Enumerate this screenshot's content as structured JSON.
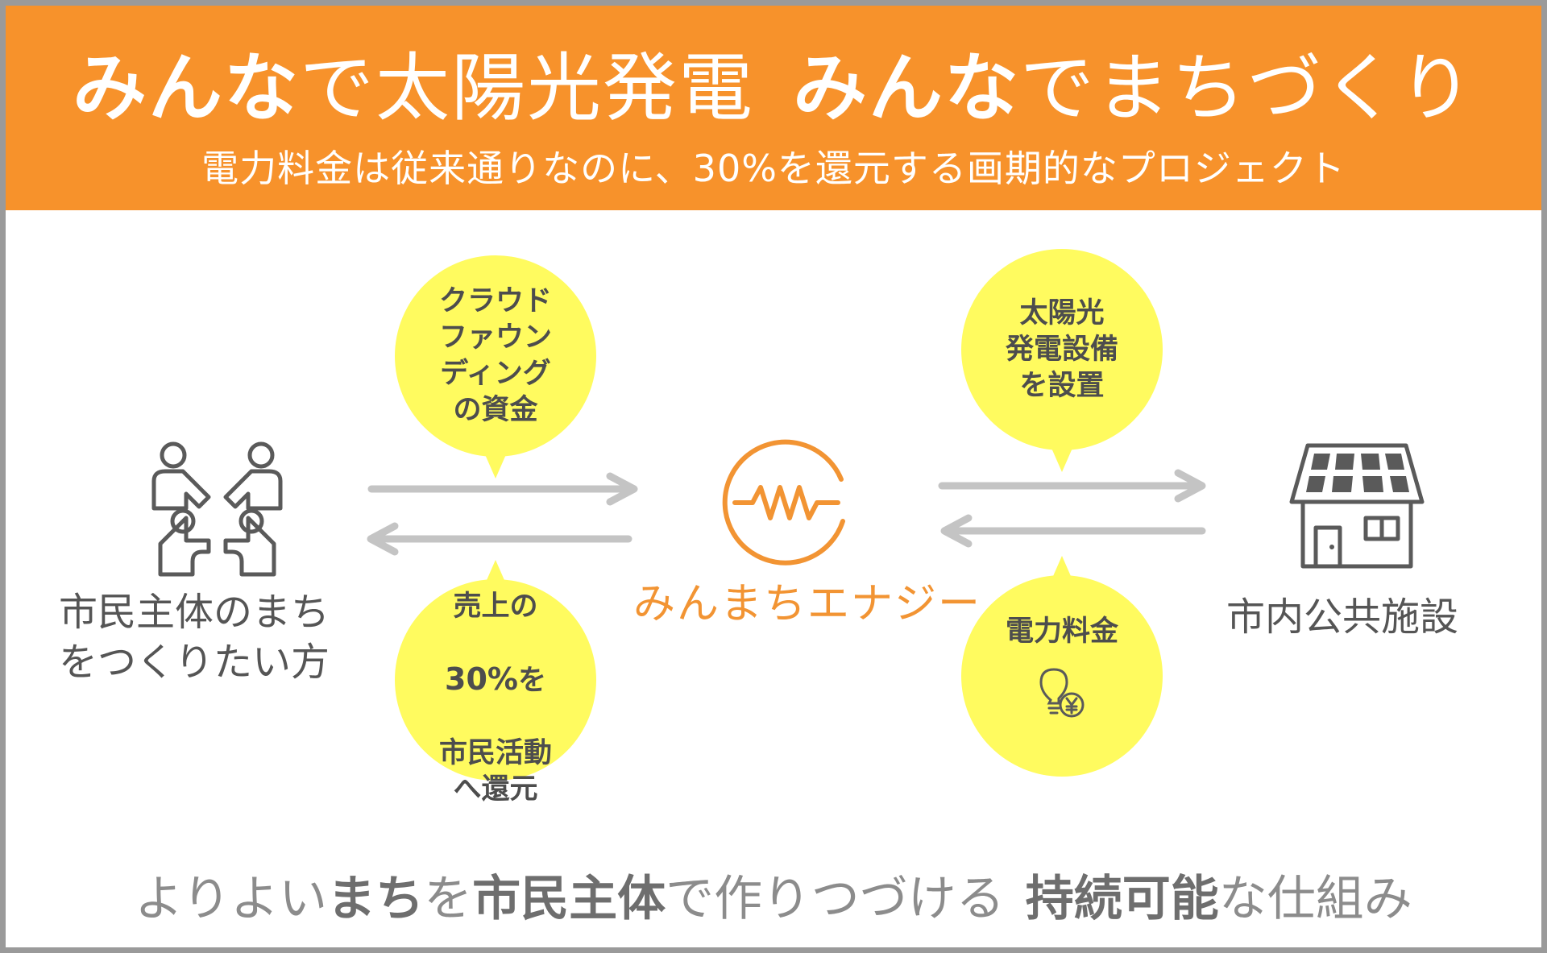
{
  "header": {
    "title_part1_bold": "みんな",
    "title_part1_rest": "で太陽光発電",
    "title_part2_bold": "みんな",
    "title_part2_rest": "でまちづくり",
    "subtitle": "電力料金は従来通りなのに、30%を還元する画期的なプロジェクト"
  },
  "left_actor": {
    "label": "市民主体のまち\nをつくりたい方",
    "icon": "people-group-icon"
  },
  "right_actor": {
    "label": "市内公共施設",
    "icon": "solar-house-icon"
  },
  "center": {
    "brand_name": "みんまちエナジー",
    "logo_icon": "wave-circle-logo-icon"
  },
  "bubbles": {
    "crowdfunding": "クラウド\nファウン\nディング\nの資金",
    "solar_install": "太陽光\n発電設備\nを設置",
    "return_line1": "売上の",
    "return_pct": "30%",
    "return_suffix": "を",
    "return_line3": "市民活動\nへ還元",
    "electricity_fee": "電力料金",
    "electricity_icon": "lightbulb-yen-icon"
  },
  "footer": {
    "p1": "よりよい",
    "p2": "まち",
    "p3": "を",
    "p4": "市民主体",
    "p5": "で作りつづける",
    "p6": "持続可能",
    "p7": "な仕組み"
  },
  "colors": {
    "banner": "#f7922b",
    "bubble": "#fffb5f",
    "brand": "#f29433",
    "arrow": "#c4c4c4",
    "text": "#555555"
  }
}
